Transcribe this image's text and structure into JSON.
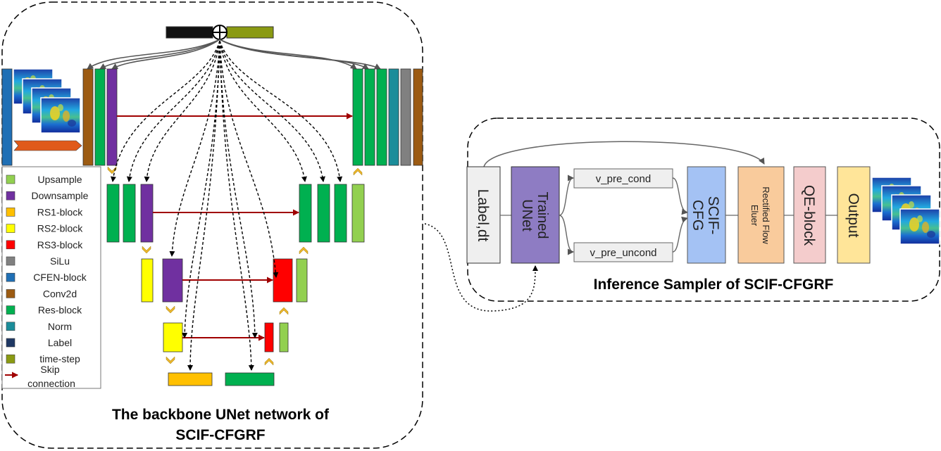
{
  "colors": {
    "upsample": "#92d050",
    "downsample": "#7030a0",
    "rs1_block": "#ffc000",
    "rs2_block": "#ffff00",
    "rs3_block": "#ff0000",
    "silu": "#808080",
    "cfen_block": "#1f6fb5",
    "conv2d": "#9c5b12",
    "res_block": "#00b050",
    "norm": "#1b8d9a",
    "label": "#1f3864",
    "time_step": "#8a9a12",
    "skip": "#a00000",
    "trained_unet": "#8e7cc3",
    "scif_cfg": "#a4c2f4",
    "rectified": "#f9cb9c",
    "qe": "#f4cccc",
    "output": "#ffe599"
  },
  "legend": {
    "items": [
      {
        "key": "upsample",
        "label": "Upsample"
      },
      {
        "key": "downsample",
        "label": "Downsample"
      },
      {
        "key": "rs1_block",
        "label": "RS1-block"
      },
      {
        "key": "rs2_block",
        "label": "RS2-block"
      },
      {
        "key": "rs3_block",
        "label": "RS3-block"
      },
      {
        "key": "silu",
        "label": "SiLu"
      },
      {
        "key": "cfen_block",
        "label": "CFEN-block"
      },
      {
        "key": "conv2d",
        "label": "Conv2d"
      },
      {
        "key": "res_block",
        "label": "Res-block"
      },
      {
        "key": "norm",
        "label": "Norm"
      },
      {
        "key": "label",
        "label": "Label"
      },
      {
        "key": "time_step",
        "label": "time-step"
      }
    ],
    "skip_line1": "Skip",
    "skip_line2": "connection"
  },
  "backbone": {
    "title_line1": "The backbone UNet network of",
    "title_line2": "SCIF-CFGRF"
  },
  "sampler": {
    "title": "Inference Sampler of SCIF-CFGRF",
    "label_dt": "Label,dt",
    "trained_line1": "Trained",
    "trained_line2": "UNet",
    "v_pre_cond": "v_pre_cond",
    "v_pre_uncond": "v_pre_uncond",
    "scif_line1": "SCIF-",
    "scif_line2": "CFG",
    "rect_line1": "Rectified Flow",
    "rect_line2": "Eluer",
    "qe": "QE-block",
    "output": "Output"
  }
}
